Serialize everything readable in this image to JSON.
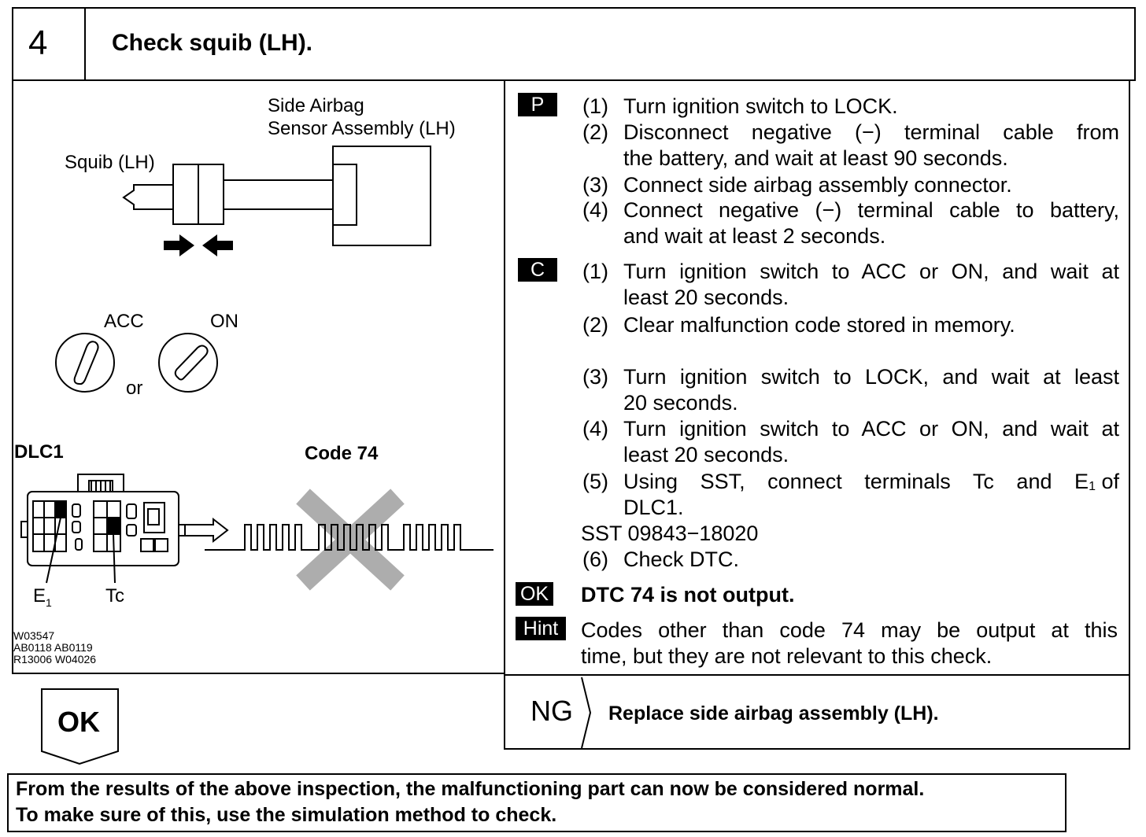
{
  "header": {
    "step_number": "4",
    "title": "Check squib (LH)."
  },
  "figure": {
    "labels": {
      "side_airbag": "Side Airbag",
      "sensor_assembly": "Sensor Assembly (LH)",
      "squib": "Squib (LH)",
      "acc": "ACC",
      "on": "ON",
      "or": "or",
      "dlc1": "DLC1",
      "code": "Code 74",
      "e1": "E",
      "e1_sub": "1",
      "tc": "Tc"
    },
    "ref_codes": [
      "W03547",
      "AB0118 AB0119",
      "R13006 W04026"
    ]
  },
  "prep": {
    "badge": "P",
    "steps": [
      {
        "num": "(1)",
        "lines": [
          "Turn ignition switch to LOCK."
        ]
      },
      {
        "num": "(2)",
        "lines": [
          "Disconnect negative (−) terminal cable from",
          "the battery, and wait at least 90 seconds."
        ]
      },
      {
        "num": "(3)",
        "lines": [
          "Connect side airbag assembly connector."
        ]
      },
      {
        "num": "(4)",
        "lines": [
          "Connect negative (−) terminal cable to battery,",
          "and wait at least 2 seconds."
        ]
      }
    ]
  },
  "check": {
    "badge": "C",
    "steps": [
      {
        "num": "(1)",
        "lines": [
          "Turn ignition switch to ACC or ON, and wait at",
          "least 20 seconds."
        ]
      },
      {
        "num": "(2)",
        "lines": [
          "Clear malfunction code stored in memory."
        ]
      },
      {
        "num": "(3)",
        "lines": [
          "Turn ignition switch to LOCK, and wait at least",
          "20 seconds."
        ]
      },
      {
        "num": "(4)",
        "lines": [
          "Turn ignition switch to ACC or ON, and wait at",
          "least 20 seconds."
        ]
      },
      {
        "num": "(5)",
        "lines": [
          "Using SST, connect terminals Tc and E",
          "DLC1."
        ],
        "sub": "1",
        "tail": " of"
      }
    ],
    "sst": "SST 09843−18020",
    "step6": {
      "num": "(6)",
      "text": "Check DTC."
    }
  },
  "result_ok": {
    "badge": "OK",
    "text": "DTC 74 is not output."
  },
  "hint": {
    "badge": "Hint",
    "lines": [
      "Codes other than code 74 may be output at this",
      "time, but they are not relevant to this check."
    ]
  },
  "ng": {
    "label": "NG",
    "text": "Replace side airbag assembly (LH)."
  },
  "ok_arrow": {
    "label": "OK"
  },
  "footer": {
    "lines": [
      "From the results of the above inspection, the malfunctioning part can now be considered normal.",
      "To make sure of this, use the simulation method to check."
    ]
  }
}
